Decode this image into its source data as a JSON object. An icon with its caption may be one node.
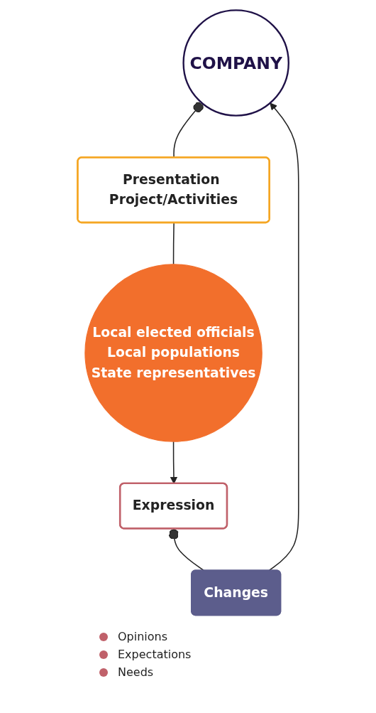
{
  "diagram": {
    "nodes": [
      {
        "text": [
          "COMPANY"
        ]
      },
      {
        "text": [
          "Presentation Project/Activities"
        ]
      },
      {
        "text": [
          "Local elected officials",
          "Local populations",
          "State representatives"
        ]
      },
      {
        "text": [
          "Expression"
        ],
        "beside": [
          "Opinions",
          "Expectations",
          "Needs"
        ]
      },
      {
        "text": [
          "Changes"
        ]
      }
    ],
    "edges": [
      {
        "from": 0,
        "to": 1,
        "arrow": "other"
      },
      {
        "from": 1,
        "to": 2,
        "arrow": "none"
      },
      {
        "from": 2,
        "to": 3,
        "arrow": "to"
      },
      {
        "from": 3,
        "to": 4,
        "arrow": "other"
      },
      {
        "from": 4,
        "to": 0,
        "arrow": "to"
      }
    ]
  }
}
